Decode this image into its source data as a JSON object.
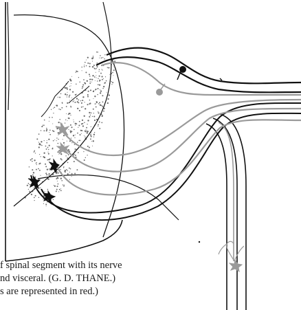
{
  "figure": {
    "caption_lines": [
      "f spinal segment with its nerve",
      "nd visceral. (G. D. THANE.)",
      "s are represented in red.)"
    ]
  },
  "colors": {
    "ink": "#111111",
    "red_fibres_rendered": "#9a9a9a",
    "grey_matter_stipple": "#6b6b6b"
  }
}
